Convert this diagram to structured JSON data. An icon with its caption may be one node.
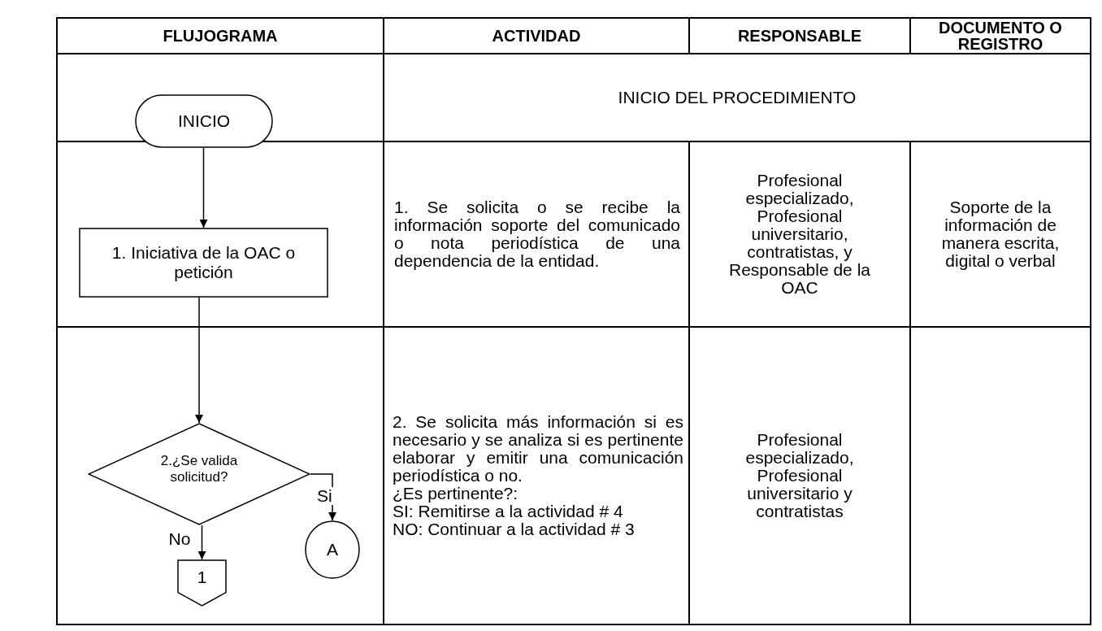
{
  "diagram": {
    "nodes": [
      {
        "text": [
          "INICIO"
        ]
      },
      {
        "text": [
          "1. Iniciativa de la OAC o petición"
        ]
      },
      {
        "text": [
          "2.¿Se valida solicitud?"
        ]
      },
      {
        "text": [
          "A"
        ]
      },
      {
        "text": [
          "1"
        ]
      }
    ],
    "edges": [
      {
        "from": 0,
        "to": 1,
        "arrow": "to"
      },
      {
        "from": 1,
        "to": 2,
        "arrow": "to"
      },
      {
        "from": 2,
        "to": 3,
        "arrow": "to",
        "label": "Si"
      },
      {
        "from": 2,
        "to": 4,
        "arrow": "to",
        "label": "No"
      }
    ],
    "labels": [
      "FLUJOGRAMA",
      "ACTIVIDAD",
      "RESPONSABLE",
      "DOCUMENTO O REGISTRO",
      "INICIO DEL PROCEDIMIENTO",
      "1. Se solicita o se recibe la información soporte del comunicado o nota periodística de una dependencia de la entidad.",
      "Profesional especializado, Profesional universitario, contratistas, y Responsable de la OAC",
      "Soporte de la información de manera escrita, digital o verbal",
      "2. Se solicita más información si es necesario y se analiza si es pertinente elaborar y emitir una comunicación periodística o no.",
      "¿Es pertinente?:",
      "SI: Remitirse a la actividad # 4",
      "NO: Continuar a la actividad # 3",
      "Profesional especializado, Profesional universitario y contratistas"
    ]
  }
}
